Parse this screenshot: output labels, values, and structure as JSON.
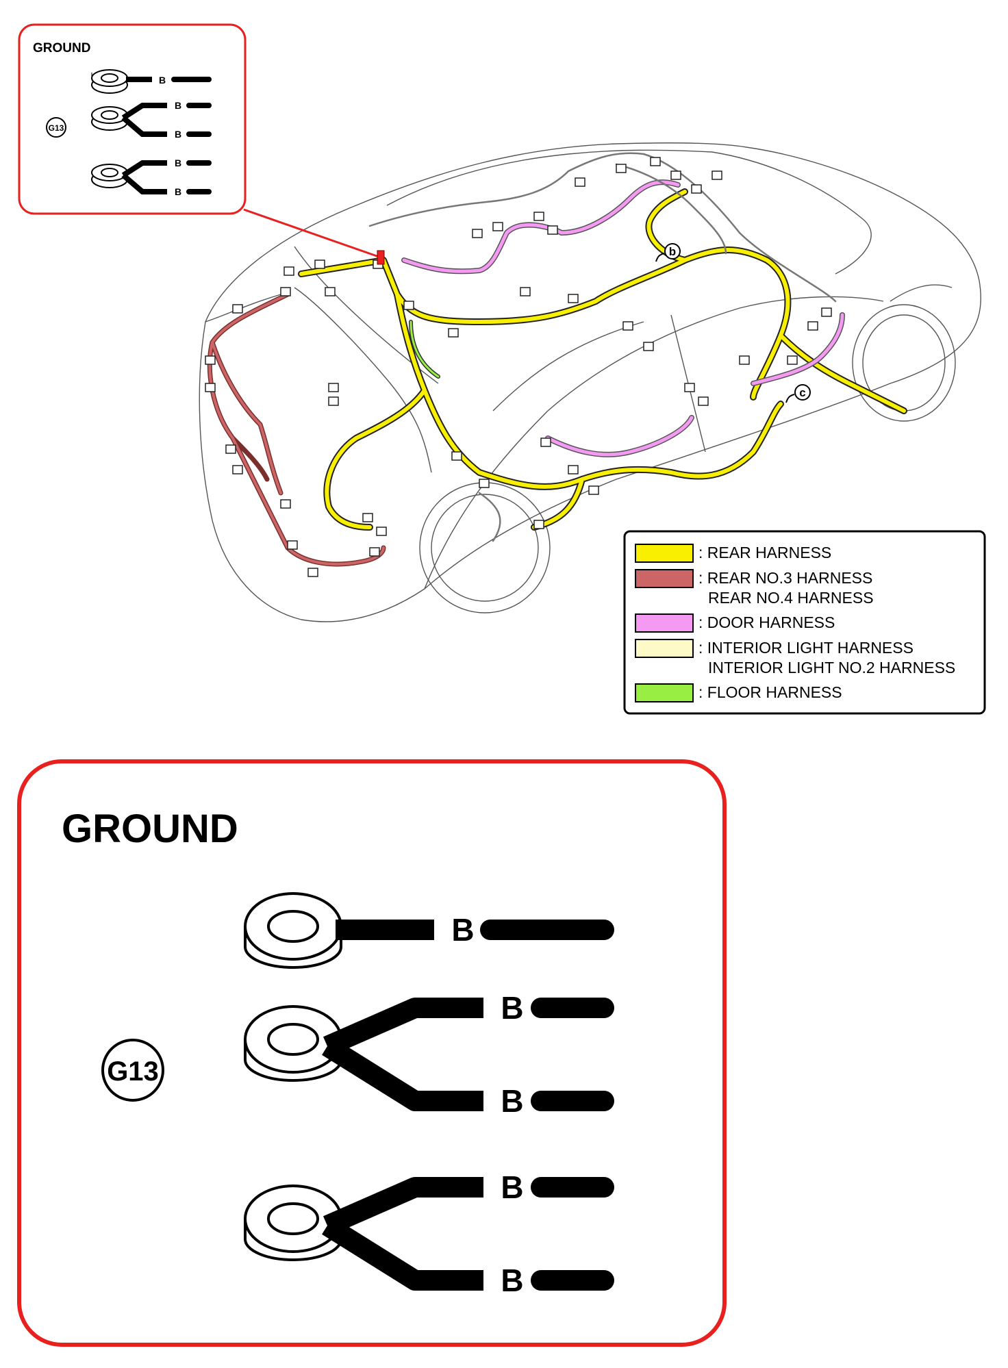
{
  "inset_small": {
    "title": "GROUND",
    "connector_id": "G13",
    "wire_labels": [
      "B",
      "B",
      "B",
      "B",
      "B"
    ]
  },
  "inset_large": {
    "title": "GROUND",
    "connector_id": "G13",
    "wire_labels": [
      "B",
      "B",
      "B",
      "B",
      "B"
    ]
  },
  "callouts": {
    "b": "b",
    "c": "c"
  },
  "legend": {
    "items": [
      {
        "color": "#f8f000",
        "lines": [
          ": REAR HARNESS"
        ]
      },
      {
        "color": "#cc6666",
        "lines": [
          ": REAR NO.3 HARNESS",
          "REAR NO.4 HARNESS"
        ]
      },
      {
        "color": "#f49af2",
        "lines": [
          ": DOOR HARNESS"
        ]
      },
      {
        "color": "#fefac8",
        "lines": [
          ": INTERIOR LIGHT HARNESS",
          "INTERIOR LIGHT NO.2 HARNESS"
        ]
      },
      {
        "color": "#99ee44",
        "lines": [
          ": FLOOR HARNESS"
        ]
      }
    ]
  },
  "colors": {
    "rear": "#f8f000",
    "rear34": "#b85a5a",
    "door": "#e68ae4",
    "interior": "#e8e6c8",
    "floor": "#88cc44",
    "frame_red": "#e8201e"
  }
}
